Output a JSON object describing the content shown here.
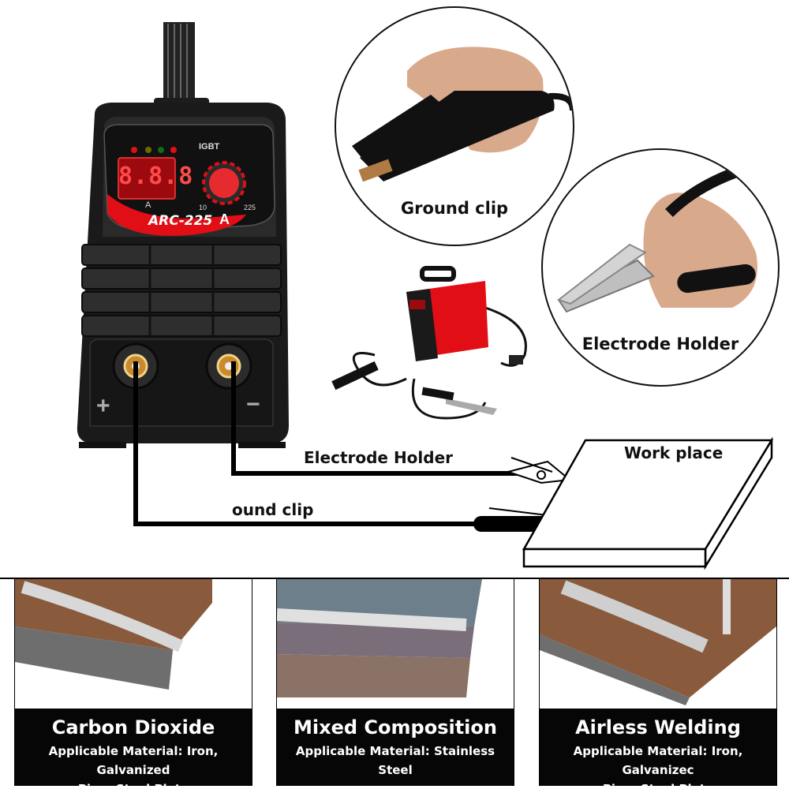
{
  "welder": {
    "display_digits": "8.8.8",
    "model": "ARC-225",
    "current_unit": "A",
    "unit_small": "A",
    "scale_min": "10",
    "scale_max": "225",
    "igbt": "IGBT",
    "plus": "+",
    "minus": "−",
    "body_color": "#1a1a1a",
    "accent_color": "#e10e16"
  },
  "callouts": {
    "ground_clip_title": "Ground clip",
    "electrode_holder_title": "Electrode Holder"
  },
  "diagram": {
    "electrode_holder_label": "Electrode Holder",
    "ground_clip_label": "ound clip",
    "work_place_label": "Work place"
  },
  "panels": [
    {
      "title": "Carbon Dioxide",
      "line1": "Applicable Material: Iron, Galvanized",
      "line2": "Pipe, Steel Plate"
    },
    {
      "title": "Mixed Composition",
      "line1": "Applicable Material: Stainless Steel",
      "line2": ""
    },
    {
      "title": "Airless Welding",
      "line1": "Applicable Material: Iron, Galvanizec",
      "line2": "Pipe, Steel Plate"
    }
  ]
}
